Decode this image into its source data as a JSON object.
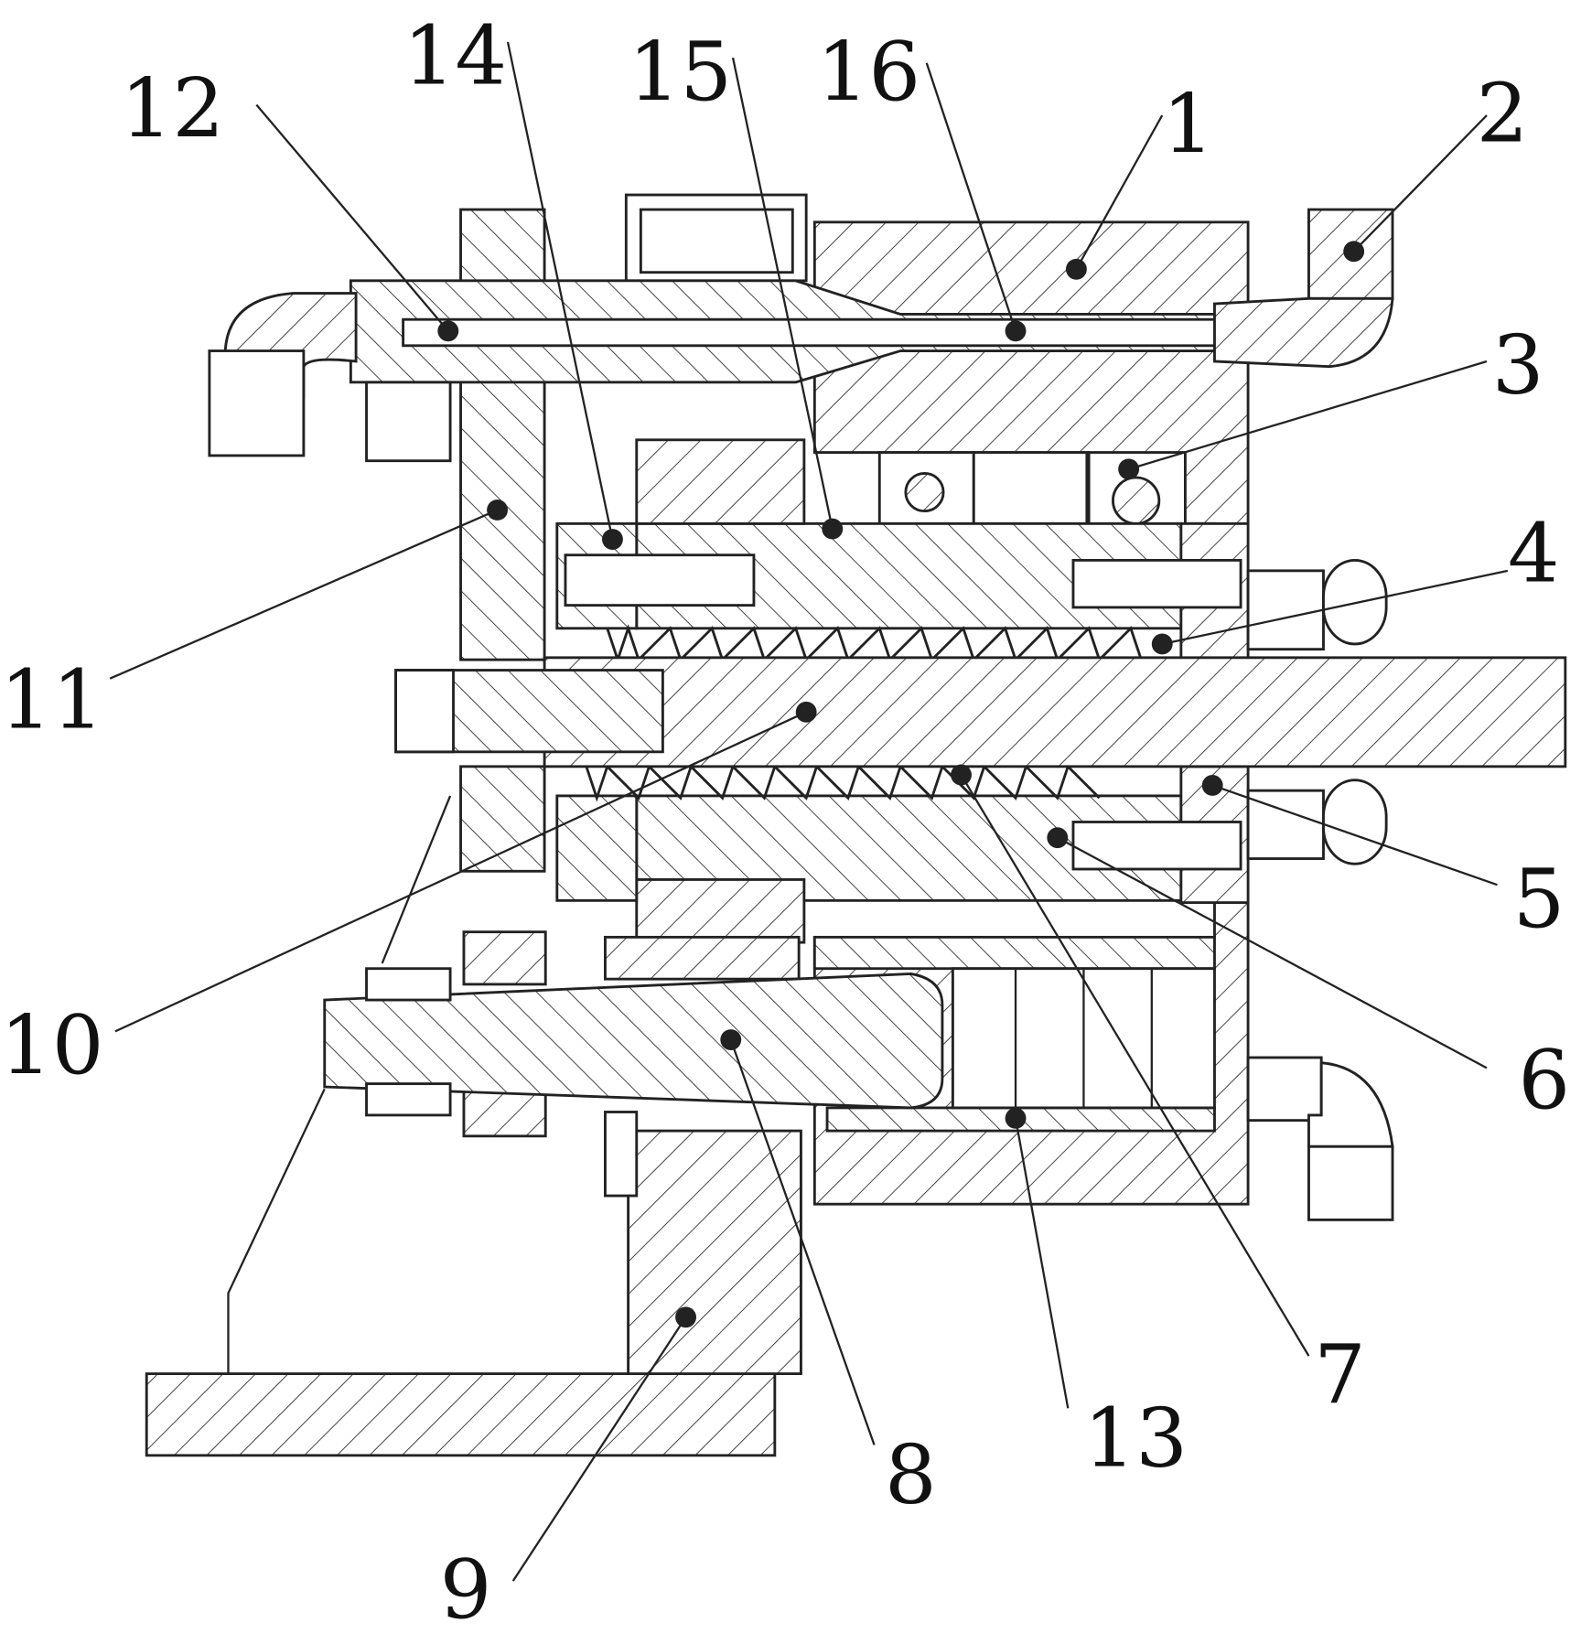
{
  "figure": {
    "type": "mechanical cross-section drawing",
    "labels": [
      "1",
      "2",
      "3",
      "4",
      "5",
      "6",
      "7",
      "8",
      "9",
      "10",
      "11",
      "12",
      "13",
      "14",
      "15",
      "16"
    ]
  }
}
